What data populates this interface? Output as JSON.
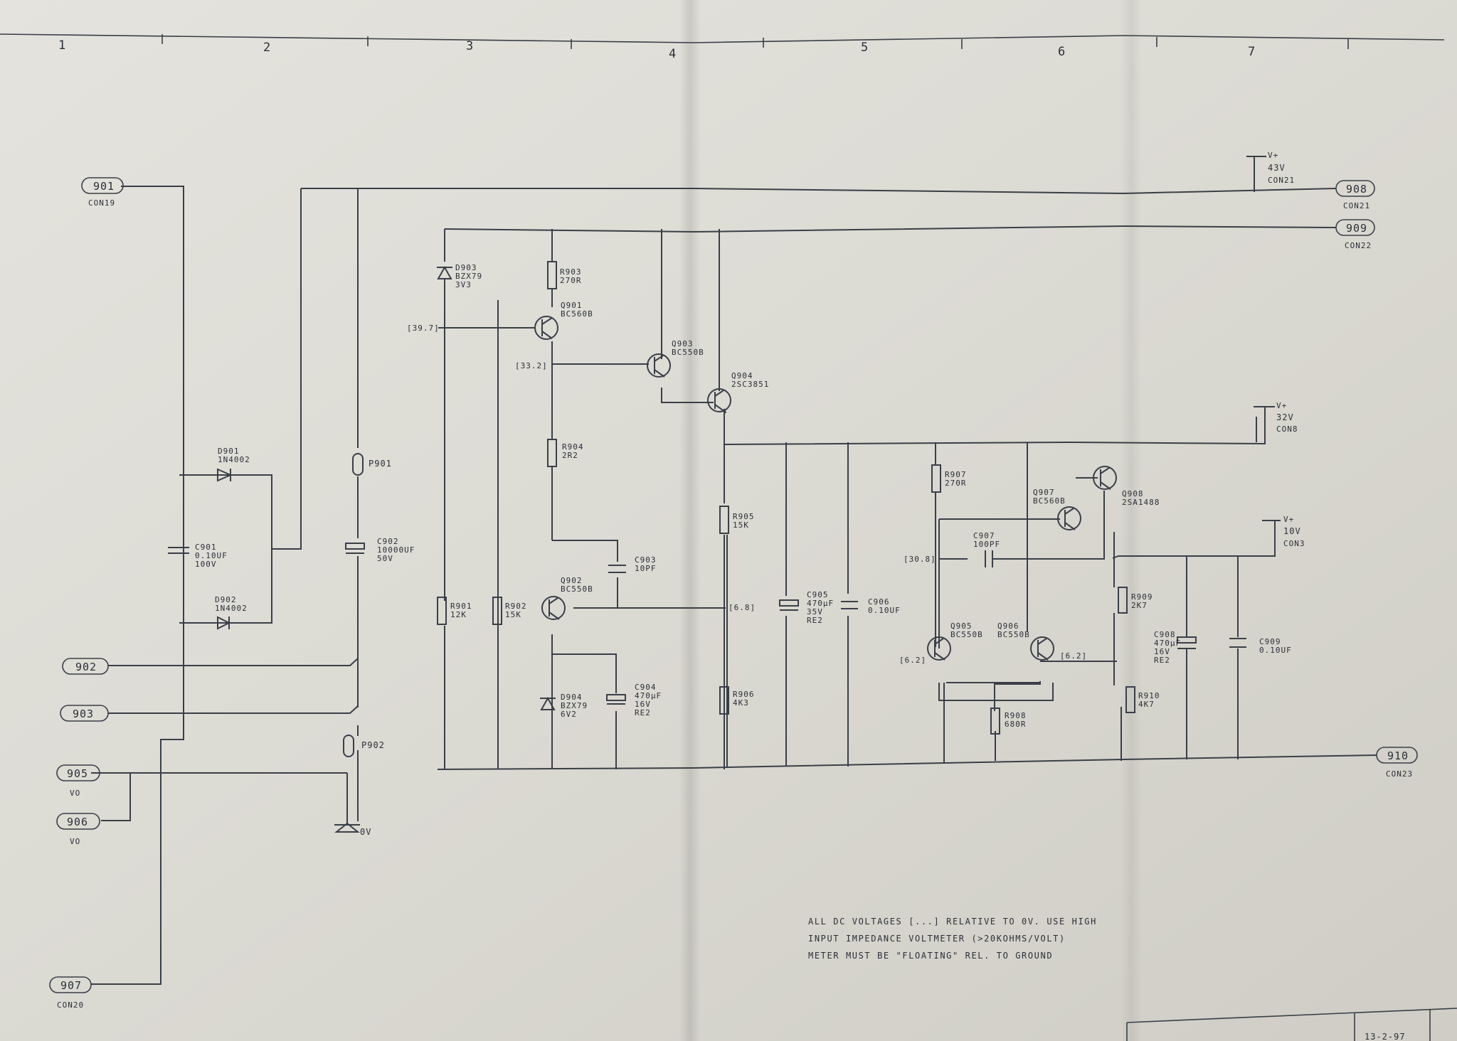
{
  "columns": [
    "1",
    "2",
    "3",
    "4",
    "5",
    "6",
    "7"
  ],
  "connectors": {
    "c901": {
      "id": "901",
      "sub": "CON19"
    },
    "c902": {
      "id": "902"
    },
    "c903": {
      "id": "903"
    },
    "c905": {
      "id": "905",
      "sub": "VO"
    },
    "c906": {
      "id": "906",
      "sub": "VO"
    },
    "c907": {
      "id": "907",
      "sub": "CON20"
    },
    "c908": {
      "id": "908",
      "sub": "CON21"
    },
    "c909": {
      "id": "909",
      "sub": "CON22"
    },
    "c910": {
      "id": "910",
      "sub": "CON23"
    }
  },
  "supplies": {
    "v43": {
      "a": "V+",
      "b": "43V",
      "c": "CON21"
    },
    "v32": {
      "a": "V+",
      "b": "32V",
      "c": "CON8"
    },
    "v10": {
      "a": "V+",
      "b": "10V",
      "c": "CON3"
    },
    "ground": "0V"
  },
  "components": {
    "d901": [
      "D901",
      "1N4002"
    ],
    "d902": [
      "D902",
      "1N4002"
    ],
    "c901": [
      "C901",
      "0.10UF",
      "100V"
    ],
    "c902": [
      "C902",
      "10000UF",
      "50V"
    ],
    "p901": "P901",
    "p902": "P902",
    "d903": [
      "D903",
      "BZX79",
      "3V3"
    ],
    "r903": [
      "R903",
      "270R"
    ],
    "q901": [
      "Q901",
      "BC560B"
    ],
    "q903": [
      "Q903",
      "BC550B"
    ],
    "q904": [
      "Q904",
      "2SC3851"
    ],
    "r904": [
      "R904",
      "2R2"
    ],
    "r901": [
      "R901",
      "12K"
    ],
    "r902": [
      "R902",
      "15K"
    ],
    "q902": [
      "Q902",
      "BC550B"
    ],
    "c903": [
      "C903",
      "10PF"
    ],
    "d904": [
      "D904",
      "BZX79",
      "6V2"
    ],
    "c904": [
      "C904",
      "470µF",
      "16V",
      "RE2"
    ],
    "r905": [
      "R905",
      "15K"
    ],
    "r906": [
      "R906",
      "4K3"
    ],
    "c905": [
      "C905",
      "470µF",
      "35V",
      "RE2"
    ],
    "c906": [
      "C906",
      "0.10UF"
    ],
    "r907": [
      "R907",
      "270R"
    ],
    "q907": [
      "Q907",
      "BC560B"
    ],
    "q908": [
      "Q908",
      "2SA1488"
    ],
    "c907": [
      "C907",
      "100PF"
    ],
    "q905": [
      "Q905",
      "BC550B"
    ],
    "q906": [
      "Q906",
      "BC550B"
    ],
    "r908": [
      "R908",
      "680R"
    ],
    "r909": [
      "R909",
      "2K7"
    ],
    "r910": [
      "R910",
      "4K7"
    ],
    "c908": [
      "C908",
      "470µF",
      "16V",
      "RE2"
    ],
    "c909": [
      "C909",
      "0.10UF"
    ]
  },
  "voltages": {
    "v397": "[39.7]",
    "v332": "[33.2]",
    "v68": "[6.8]",
    "v308": "[30.8]",
    "v62a": "[6.2]",
    "v62b": "[6.2]"
  },
  "notes": [
    "ALL DC VOLTAGES [...] RELATIVE TO 0V. USE HIGH",
    "INPUT IMPEDANCE VOLTMETER (>20KOHMS/VOLT)",
    "METER MUST BE \"FLOATING\" REL. TO GROUND"
  ],
  "title_block": {
    "date": "13-2-97"
  }
}
